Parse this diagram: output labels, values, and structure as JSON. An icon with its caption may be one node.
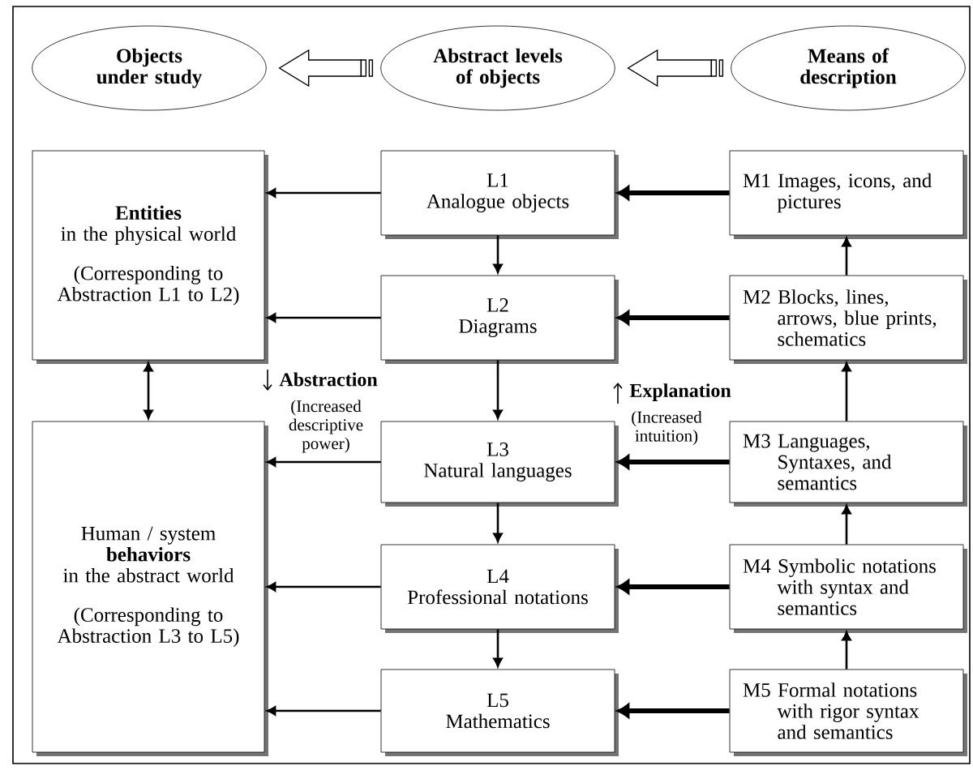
{
  "diagram": {
    "nodes": [
      {
        "text": [
          "Objects under study"
        ]
      },
      {
        "text": [
          "Abstract levels of objects"
        ]
      },
      {
        "text": [
          "Means of description"
        ]
      },
      {
        "text": [
          "Entities",
          "in the physical world",
          "(Corresponding to Abstraction L1 to L2)"
        ]
      },
      {
        "text": [
          "L1",
          "Analogue objects"
        ]
      },
      {
        "text": [
          "M1 Images, icons, and pictures"
        ]
      },
      {
        "text": [
          "L2",
          "Diagrams"
        ]
      },
      {
        "text": [
          "M2 Blocks, lines, arrows, blue prints, schematics"
        ]
      },
      {
        "text": [
          "Human / system",
          "behaviors",
          "in the abstract world",
          "(Corresponding to Abstraction L3 to L5)"
        ]
      },
      {
        "text": [
          "L3",
          "Natural languages"
        ]
      },
      {
        "text": [
          "M3 Languages, Syntaxes, and semantics"
        ]
      },
      {
        "text": [
          "L4",
          "Professional notations"
        ]
      },
      {
        "text": [
          "M4 Symbolic notations with syntax and semantics"
        ]
      },
      {
        "text": [
          "L5",
          "Mathematics"
        ]
      },
      {
        "text": [
          "M5 Formal notations with rigor syntax and semantics"
        ]
      }
    ],
    "edges": [
      {
        "from": 2,
        "to": 1,
        "arrow": "to"
      },
      {
        "from": 1,
        "to": 0,
        "arrow": "to"
      },
      {
        "from": 4,
        "to": 3,
        "arrow": "to"
      },
      {
        "from": 6,
        "to": 3,
        "arrow": "to"
      },
      {
        "from": 9,
        "to": 8,
        "arrow": "to"
      },
      {
        "from": 11,
        "to": 8,
        "arrow": "to"
      },
      {
        "from": 13,
        "to": 8,
        "arrow": "to"
      },
      {
        "from": 3,
        "to": 8,
        "arrow": "both"
      },
      {
        "from": 4,
        "to": 6,
        "arrow": "to"
      },
      {
        "from": 6,
        "to": 9,
        "arrow": "to"
      },
      {
        "from": 9,
        "to": 11,
        "arrow": "to"
      },
      {
        "from": 11,
        "to": 13,
        "arrow": "to"
      },
      {
        "from": 5,
        "to": 4,
        "arrow": "to",
        "style": "thick"
      },
      {
        "from": 7,
        "to": 6,
        "arrow": "to",
        "style": "thick"
      },
      {
        "from": 10,
        "to": 9,
        "arrow": "to",
        "style": "thick"
      },
      {
        "from": 12,
        "to": 11,
        "arrow": "to",
        "style": "thick"
      },
      {
        "from": 14,
        "to": 13,
        "arrow": "to",
        "style": "thick"
      },
      {
        "from": 7,
        "to": 5,
        "arrow": "to"
      },
      {
        "from": 10,
        "to": 7,
        "arrow": "to"
      },
      {
        "from": 12,
        "to": 10,
        "arrow": "to"
      },
      {
        "from": 14,
        "to": 12,
        "arrow": "to"
      }
    ],
    "labels": [
      "Abstraction",
      "(Increased descriptive power)",
      "Explanation",
      "(Increased intuition)"
    ]
  }
}
